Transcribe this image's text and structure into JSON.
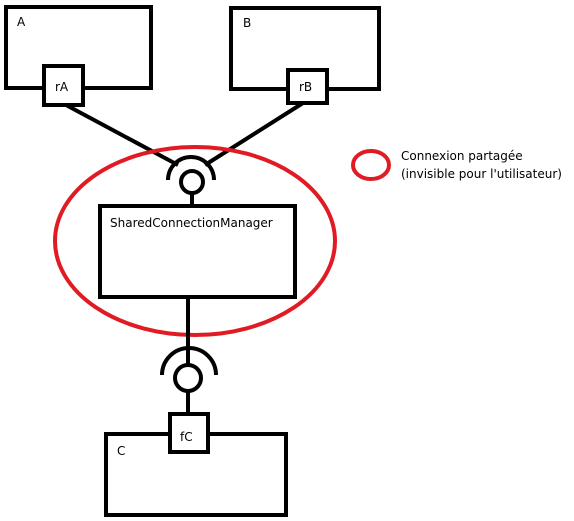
{
  "diagram": {
    "components": {
      "a": {
        "label": "A",
        "port": "rA"
      },
      "b": {
        "label": "B",
        "port": "rB"
      },
      "manager": {
        "label": "SharedConnectionManager"
      },
      "c": {
        "label": "C",
        "port": "fC"
      }
    },
    "legend": {
      "line1": "Connexion partagée",
      "line2": "(invisible pour l'utilisateur)"
    },
    "colors": {
      "stroke": "#000000",
      "highlight": "#e01b24"
    }
  }
}
